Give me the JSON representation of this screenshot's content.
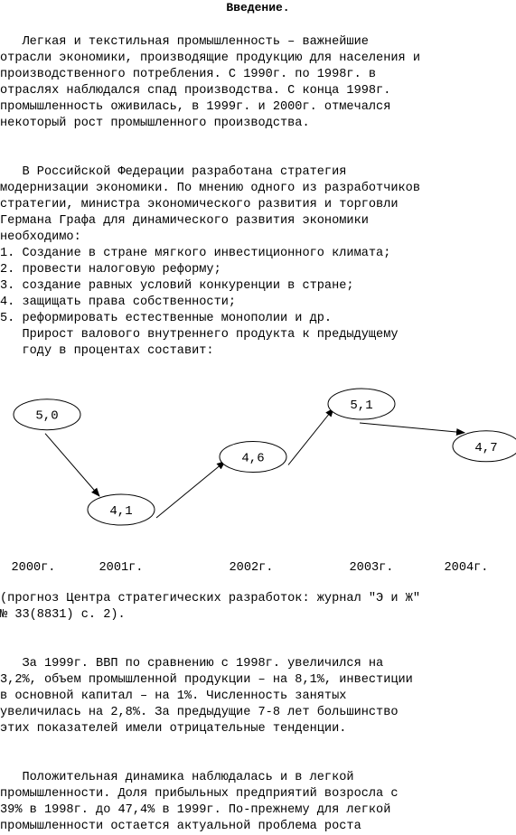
{
  "title": "Введение.",
  "para1": [
    "   Легкая и текстильная промышленность – важнейшие",
    "отрасли экономики, производящие продукцию для населения и",
    "производственного потребления. С 1990г. по 1998г. в",
    "отраслях наблюдался спад производства. С конца 1998г.",
    "промышленность оживилась, в 1999г. и 2000г. отмечался",
    "некоторый рост промышленного производства."
  ],
  "para2": [
    "   В Российской Федерации разработана стратегия",
    "модернизации экономики. По мнению одного из разработчиков",
    "стратегии, министра экономического развития и торговли",
    "Германа Графа для динамического развития экономики",
    "необходимо:",
    "1. Создание в стране мягкого инвестиционного климата;",
    "2. провести налоговую реформу;",
    "3. создание равных условий конкуренции в стране;",
    "4. защищать права собственности;",
    "5. реформировать естественные монополии и др.",
    "   Прирост валового внутреннего продукта к предыдущему",
    "   году в процентах составит:"
  ],
  "chart_data": {
    "type": "line",
    "categories": [
      "2000г.",
      "2001г.",
      "2002г.",
      "2003г.",
      "2004г."
    ],
    "series": [
      {
        "values": [
          5.0,
          4.1,
          4.6,
          5.1,
          4.7
        ]
      }
    ],
    "labels": [
      "5,0",
      "4,1",
      "4,6",
      "5,1",
      "4,7"
    ]
  },
  "source_note": [
    "(прогноз Центра стратегических разработок: журнал \"Э и Ж\"",
    "№ 33(8831) с. 2)."
  ],
  "para3": [
    "   За 1999г. ВВП по сравнению с 1998г. увеличился на",
    "3,2%, объем промышленной продукции – на 8,1%, инвестиции",
    "в основной капитал – на 1%. Численность занятых",
    "увеличилась на 2,8%. За предыдущие 7-8 лет большинство",
    "этих показателей имели отрицательные тенденции."
  ],
  "para4": [
    "   Положительная динамика наблюдалась и в легкой",
    "промышленности. Доля прибыльных предприятий возросла с",
    "39% в 1998г. до 47,4% в 1999г. По-прежнему для легкой",
    "промышленности остается актуальной проблема роста"
  ]
}
